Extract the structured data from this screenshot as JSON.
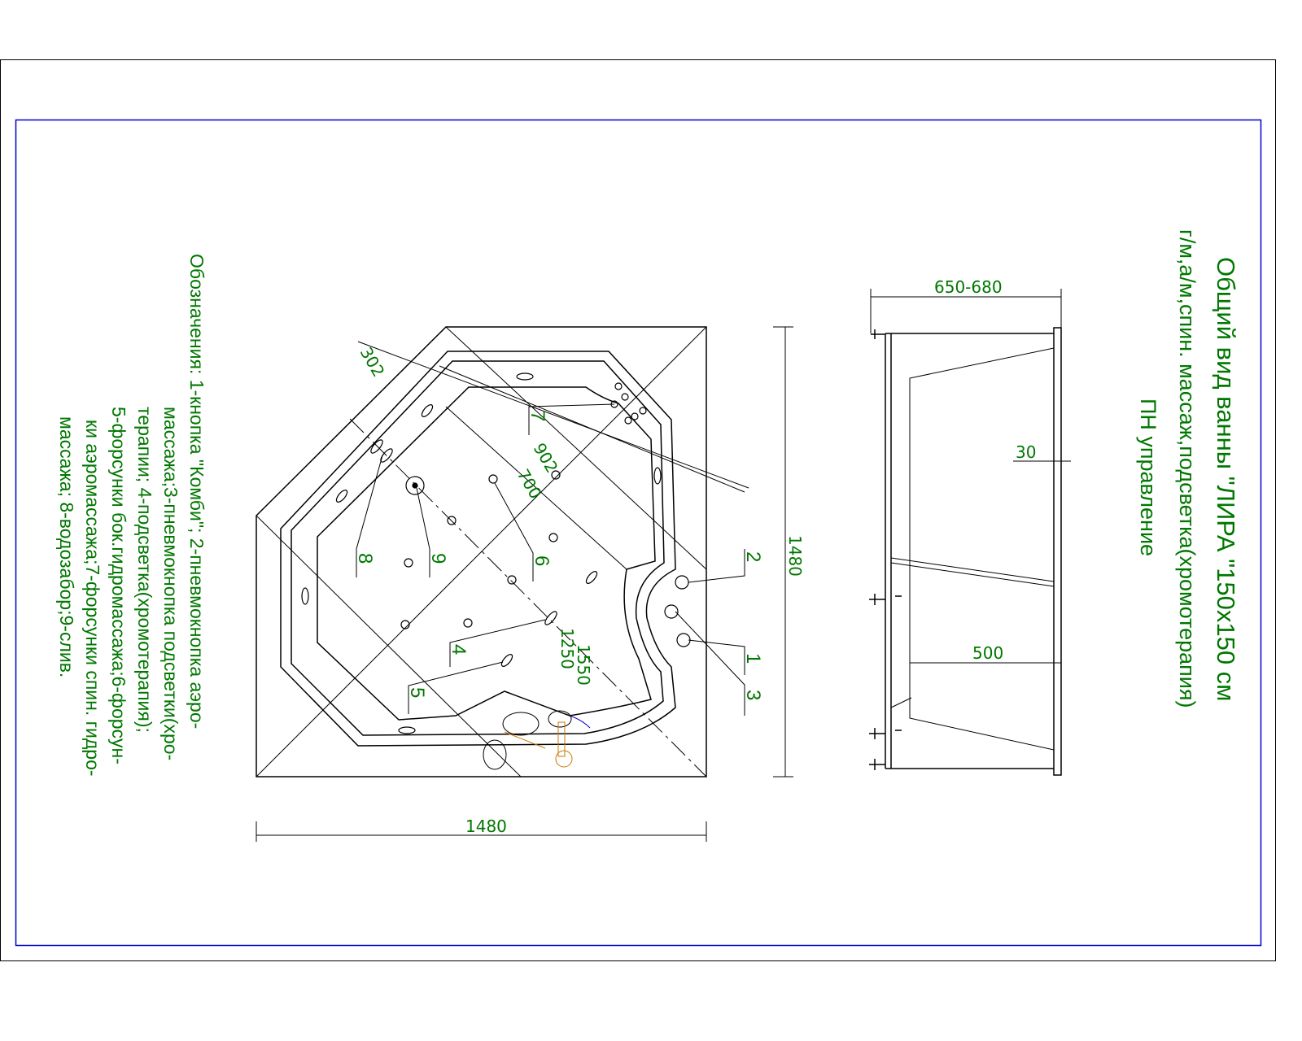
{
  "title": {
    "line1": "Общий вид ванны \"ЛИРА \"150x150 см",
    "line2": "г/м,а/м,спин. массаж,подсветка(хромотерапия)",
    "line3": "ПН управление"
  },
  "legend": [
    "Обозначения: 1-кнопка \"Комби\"; 2-пневмокнопка аэро-",
    "массажа;3-пневмокнопка подсветки(хро-",
    "терапии; 4-подсветка(хромотерапия);",
    "5-форсунки бок.гидромассажа;6-форсун-",
    "ки аэромассажа;7-форсунки спин. гидро-",
    "массажа; 8-водозабор;9-слив."
  ],
  "plan_dimensions": {
    "width": "1480",
    "height": "1480",
    "d302": "302",
    "d902": "902",
    "d700": "700",
    "d1250": "1250",
    "d1550": "1550"
  },
  "callouts": [
    "1",
    "2",
    "3",
    "4",
    "5",
    "6",
    "7",
    "8",
    "9"
  ],
  "side_dimensions": {
    "top": "650-680",
    "rim": "30",
    "base": "500"
  },
  "colors": {
    "text": "#007700",
    "frame": "#0000cc",
    "accent": "#cc7700"
  }
}
